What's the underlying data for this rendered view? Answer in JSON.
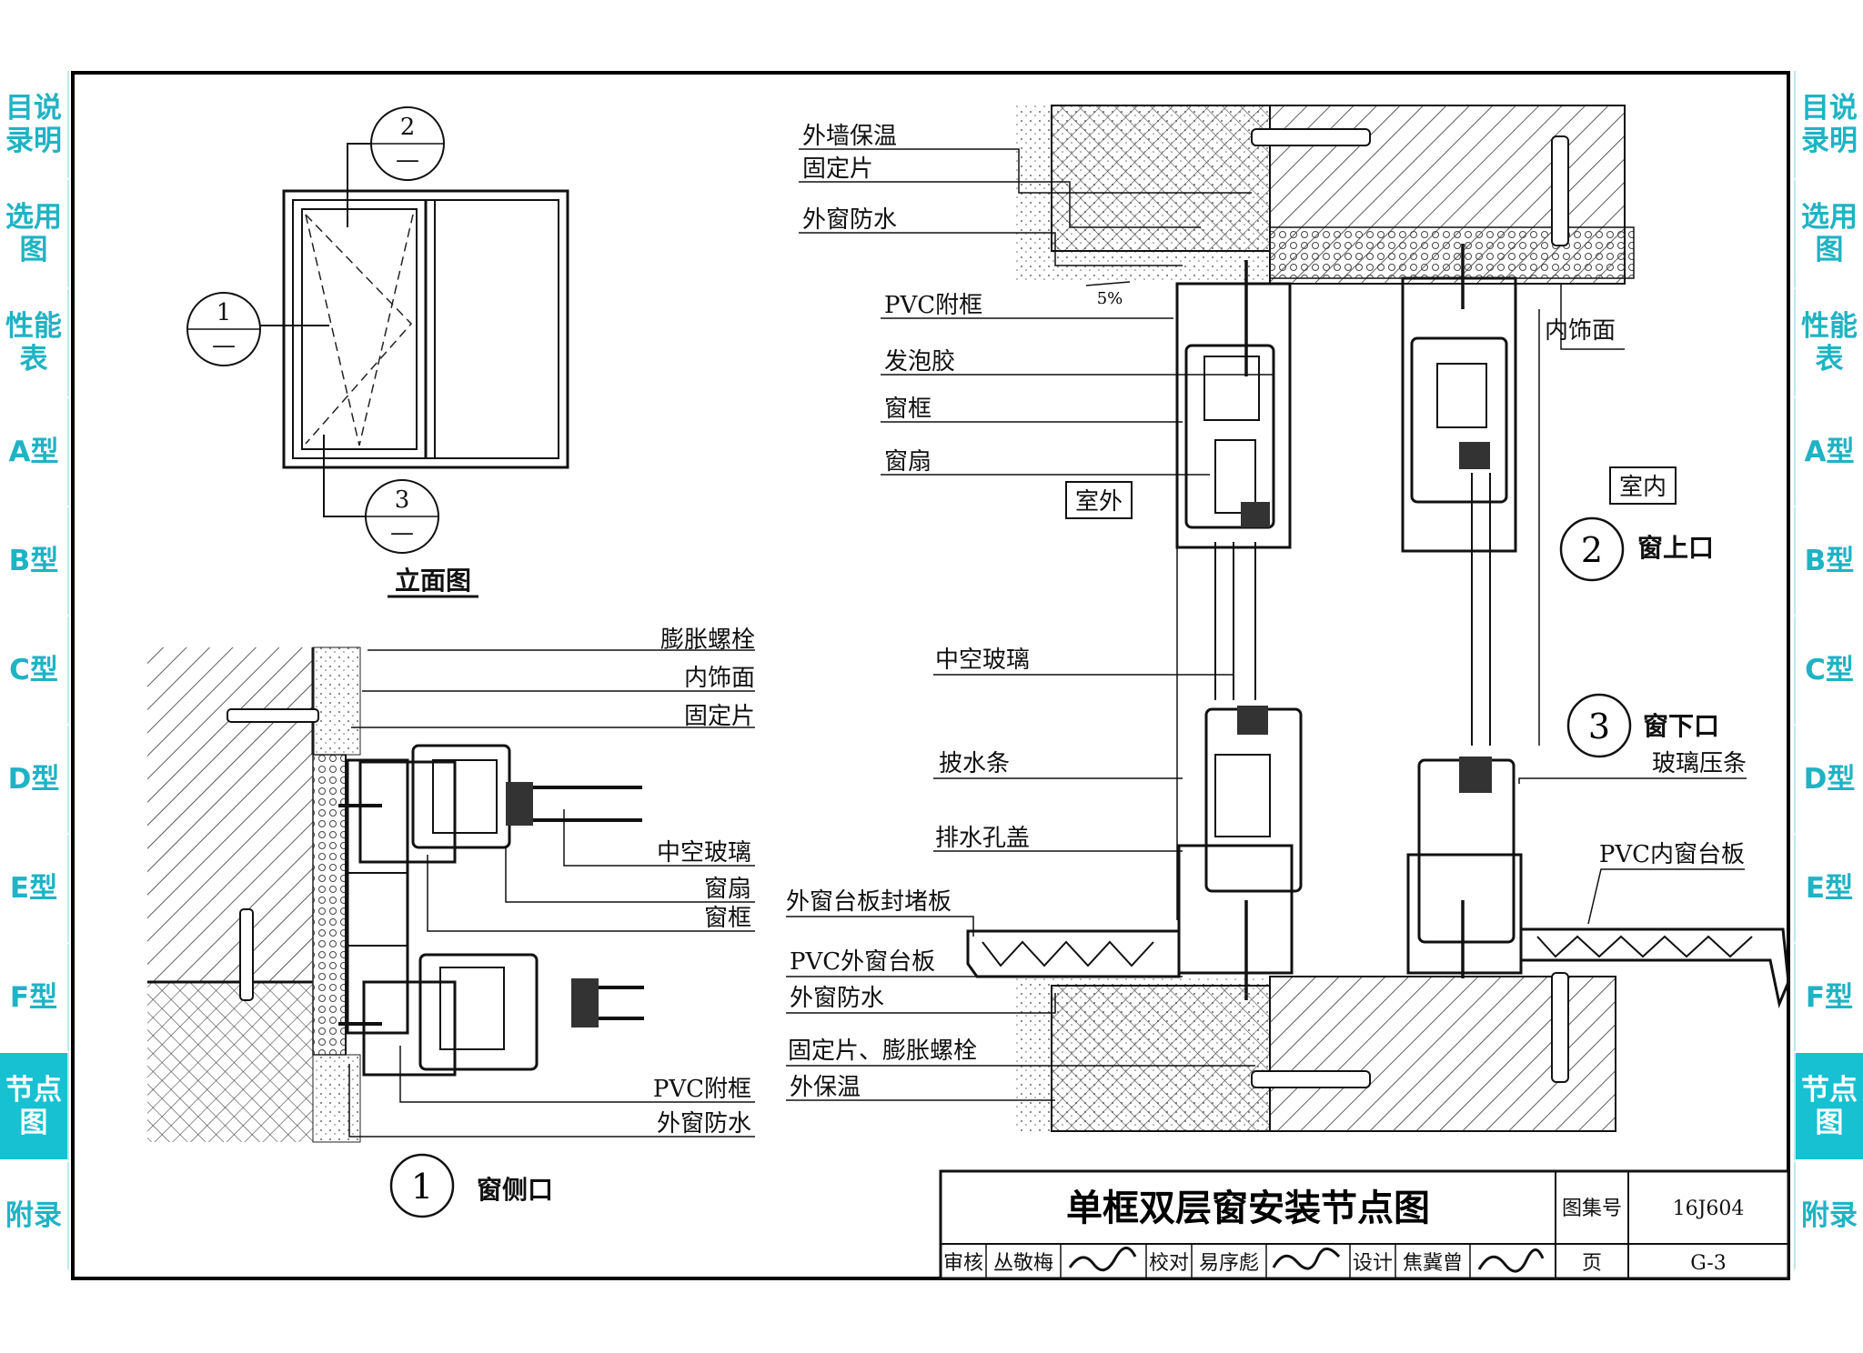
{
  "left_tabs": [
    "目说录明",
    "选用图",
    "性能表",
    "A型",
    "B型",
    "C型",
    "D型",
    "E型",
    "F型",
    "节点图",
    "附录"
  ],
  "right_tabs": [
    "目说录明",
    "选用图",
    "性能表",
    "A型",
    "B型",
    "C型",
    "D型",
    "E型",
    "F型",
    "节点图",
    "附录"
  ],
  "active_tab": "节点图",
  "elevation": {
    "title": "立面图",
    "callouts": [
      {
        "num": "1",
        "sub": "—"
      },
      {
        "num": "2",
        "sub": "—"
      },
      {
        "num": "3",
        "sub": "—"
      }
    ]
  },
  "detail1": {
    "num": "1",
    "title": "窗侧口",
    "labels": [
      "膨胀螺栓",
      "内饰面",
      "固定片",
      "中空玻璃",
      "窗扇",
      "窗框",
      "PVC附框",
      "外窗防水"
    ]
  },
  "detail23": {
    "top_labels": [
      "外墙保温",
      "固定片",
      "外窗防水",
      "PVC附框",
      "发泡胶",
      "窗框",
      "窗扇"
    ],
    "slope": "5%",
    "outdoor": "室外",
    "indoor": "室内",
    "interior_finish": "内饰面",
    "d2": {
      "num": "2",
      "title": "窗上口"
    },
    "d3": {
      "num": "3",
      "title": "窗下口"
    },
    "glass_bead": "玻璃压条",
    "lower_labels": [
      "中空玻璃",
      "披水条",
      "排水孔盖",
      "外窗台板封堵板",
      "PVC外窗台板",
      "外窗防水",
      "固定片、膨胀螺栓",
      "外保温"
    ],
    "inner_sill": "PVC内窗台板"
  },
  "title_block": {
    "title": "单框双层窗安装节点图",
    "atlas_label": "图集号",
    "atlas_no": "16J604",
    "page_label": "页",
    "page_no": "G-3",
    "review_label": "审核",
    "reviewer": "丛敬梅",
    "check_label": "校对",
    "checker": "易序彪",
    "design_label": "设计",
    "designer": "焦冀曾"
  }
}
